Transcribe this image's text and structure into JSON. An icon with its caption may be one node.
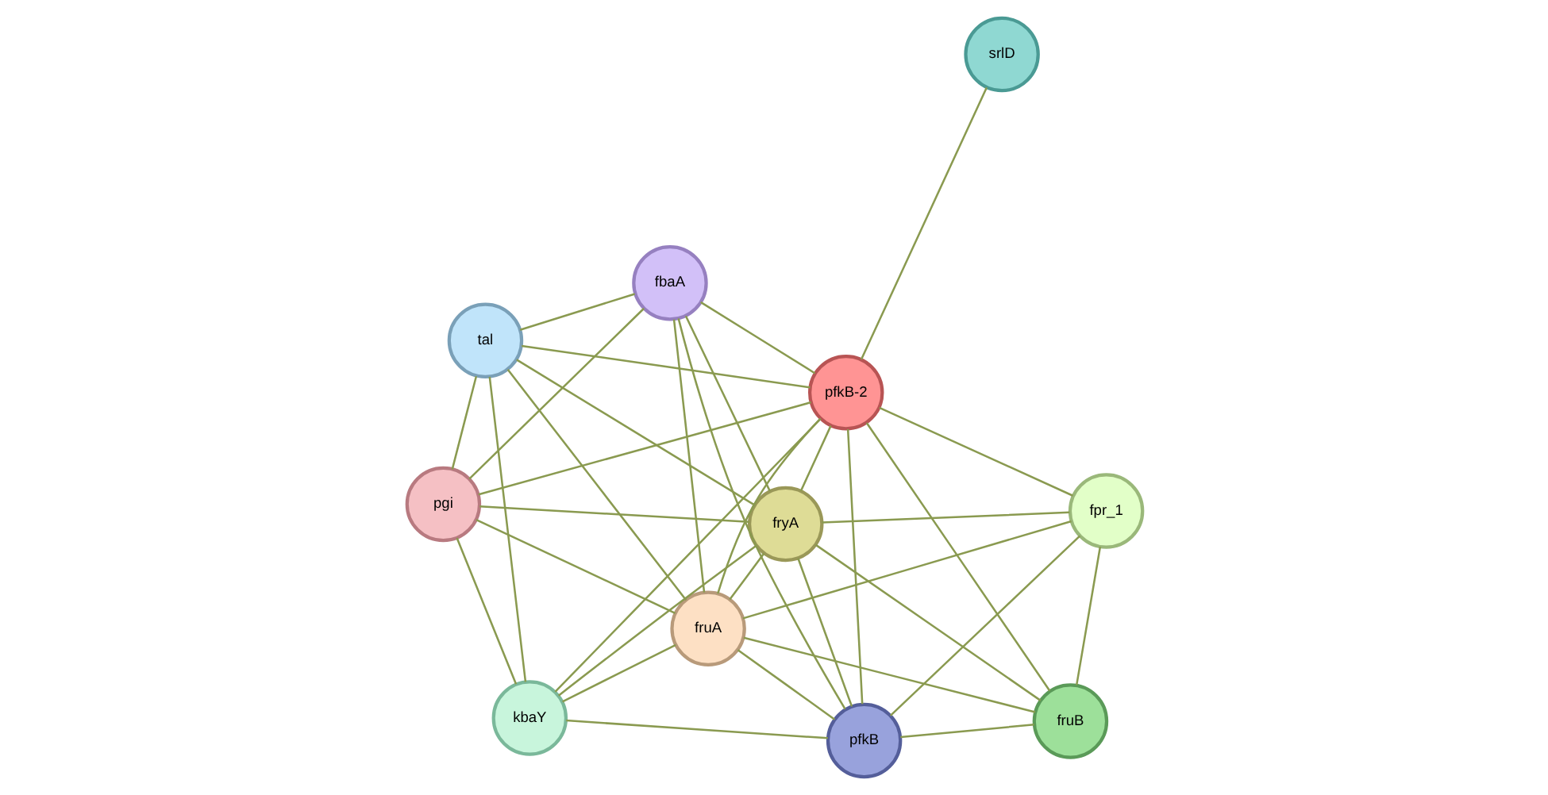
{
  "diagram": {
    "nodes": [
      {
        "text": [
          "srlD"
        ]
      },
      {
        "text": [
          "fruB"
        ]
      },
      {
        "text": [
          "fpr_1"
        ]
      },
      {
        "text": [
          "pfkB-2"
        ]
      },
      {
        "text": [
          "kbaY"
        ]
      },
      {
        "text": [
          "fruA"
        ]
      },
      {
        "text": [
          "fryA"
        ]
      },
      {
        "text": [
          "pfkB"
        ]
      },
      {
        "text": [
          "pgi"
        ]
      },
      {
        "text": [
          "tal"
        ]
      },
      {
        "text": [
          "fbaA"
        ]
      }
    ],
    "edges": [
      {
        "from": 0,
        "to": 3,
        "arrow": "none"
      },
      {
        "from": 1,
        "to": 3,
        "arrow": "none"
      },
      {
        "from": 1,
        "to": 2,
        "arrow": "none"
      },
      {
        "from": 1,
        "to": 5,
        "arrow": "none"
      },
      {
        "from": 1,
        "to": 6,
        "arrow": "none"
      },
      {
        "from": 1,
        "to": 7,
        "arrow": "none"
      },
      {
        "from": 2,
        "to": 3,
        "arrow": "none"
      },
      {
        "from": 2,
        "to": 5,
        "arrow": "none"
      },
      {
        "from": 2,
        "to": 6,
        "arrow": "none"
      },
      {
        "from": 2,
        "to": 7,
        "arrow": "none"
      },
      {
        "from": 3,
        "to": 4,
        "arrow": "none"
      },
      {
        "from": 3,
        "to": 5,
        "arrow": "none"
      },
      {
        "from": 3,
        "to": 6,
        "arrow": "none"
      },
      {
        "from": 3,
        "to": 7,
        "arrow": "none"
      },
      {
        "from": 3,
        "to": 8,
        "arrow": "none"
      },
      {
        "from": 3,
        "to": 9,
        "arrow": "none"
      },
      {
        "from": 3,
        "to": 10,
        "arrow": "none"
      },
      {
        "from": 4,
        "to": 5,
        "arrow": "none"
      },
      {
        "from": 4,
        "to": 6,
        "arrow": "none"
      },
      {
        "from": 4,
        "to": 8,
        "arrow": "none"
      },
      {
        "from": 4,
        "to": 9,
        "arrow": "none"
      },
      {
        "from": 4,
        "to": 7,
        "arrow": "none"
      },
      {
        "from": 5,
        "to": 6,
        "arrow": "none"
      },
      {
        "from": 5,
        "to": 7,
        "arrow": "none"
      },
      {
        "from": 5,
        "to": 8,
        "arrow": "none"
      },
      {
        "from": 5,
        "to": 9,
        "arrow": "none"
      },
      {
        "from": 5,
        "to": 10,
        "arrow": "none"
      },
      {
        "from": 6,
        "to": 8,
        "arrow": "none"
      },
      {
        "from": 6,
        "to": 7,
        "arrow": "none"
      },
      {
        "from": 6,
        "to": 10,
        "arrow": "none"
      },
      {
        "from": 6,
        "to": 9,
        "arrow": "none"
      },
      {
        "from": 8,
        "to": 9,
        "arrow": "none"
      },
      {
        "from": 8,
        "to": 10,
        "arrow": "none"
      },
      {
        "from": 9,
        "to": 10,
        "arrow": "none"
      },
      {
        "from": 7,
        "to": 10,
        "arrow": "none"
      }
    ]
  }
}
